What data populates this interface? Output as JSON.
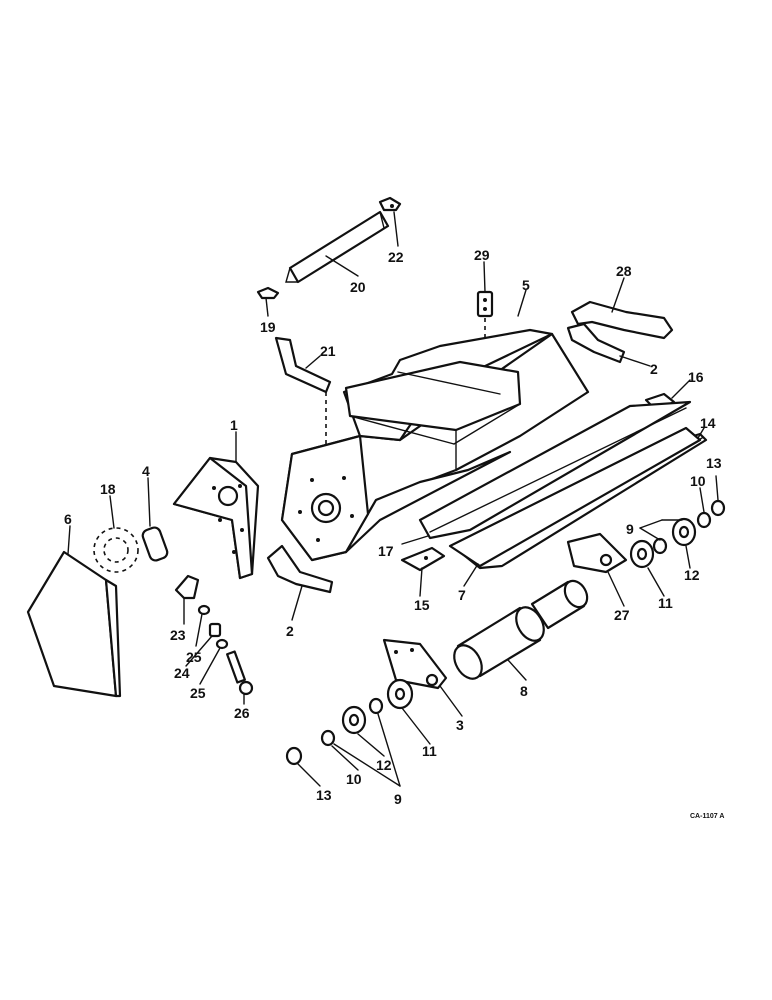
{
  "callouts": {
    "c1": "1",
    "c2a": "2",
    "c2b": "2",
    "c3": "3",
    "c4": "4",
    "c5": "5",
    "c6": "6",
    "c7": "7",
    "c8": "8",
    "c9a": "9",
    "c9b": "9",
    "c10a": "10",
    "c10b": "10",
    "c11a": "11",
    "c11b": "11",
    "c12a": "12",
    "c12b": "12",
    "c13a": "13",
    "c13b": "13",
    "c14": "14",
    "c15": "15",
    "c16": "16",
    "c17": "17",
    "c18": "18",
    "c19": "19",
    "c20": "20",
    "c21": "21",
    "c22": "22",
    "c23": "23",
    "c24": "24",
    "c25a": "25",
    "c25b": "25",
    "c26": "26",
    "c27": "27",
    "c28": "28",
    "c29": "29"
  },
  "drawing_ref": "CA-1107 A"
}
